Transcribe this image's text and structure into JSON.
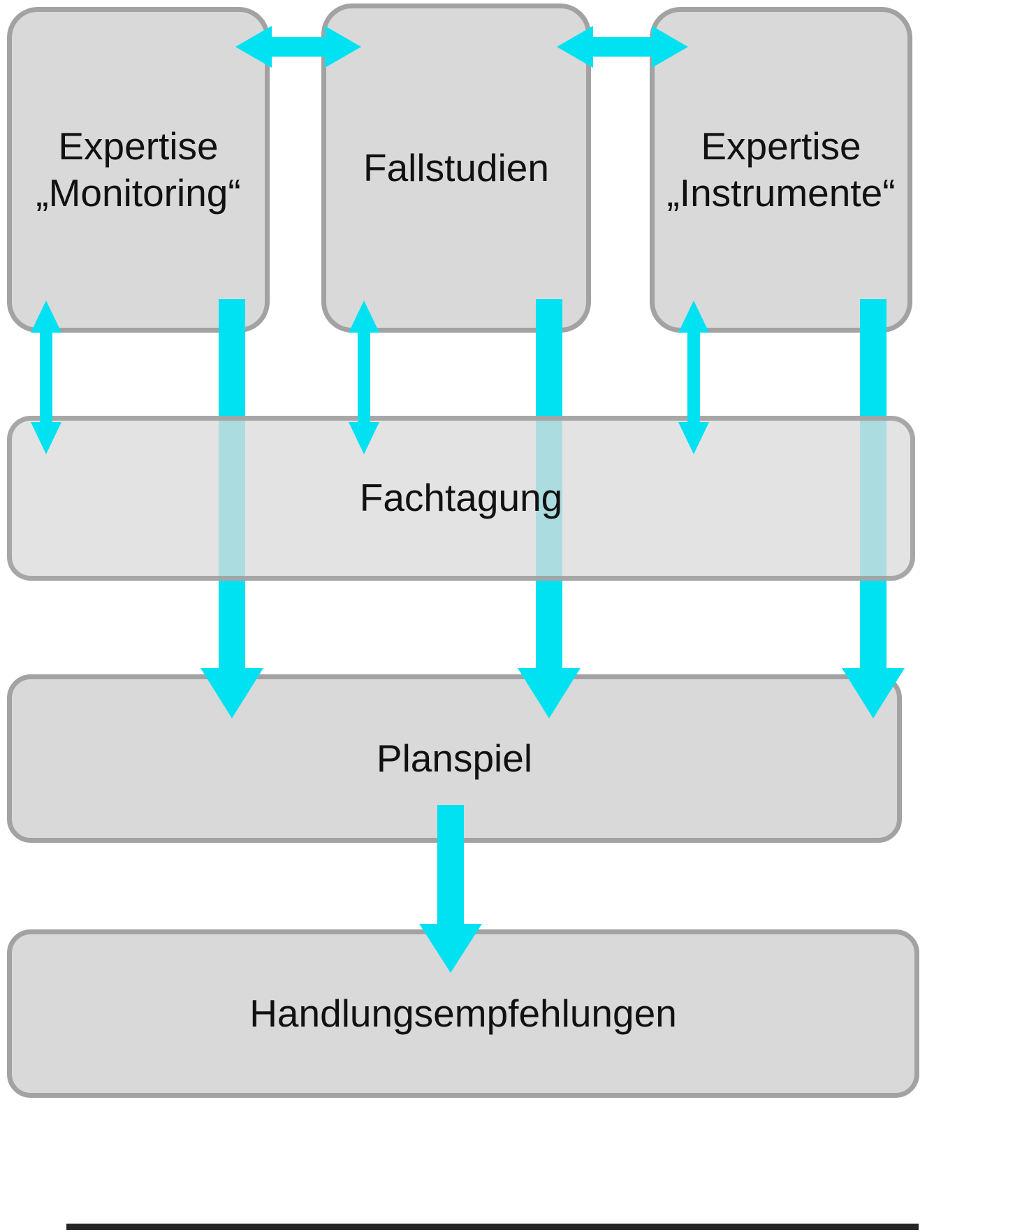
{
  "nodes": {
    "expertise_monitoring": {
      "line1": "Expertise",
      "line2": "„Monitoring“"
    },
    "fallstudien": {
      "label": "Fallstudien"
    },
    "expertise_instrumente": {
      "line1": "Expertise",
      "line2": "„Instrumente“"
    },
    "fachtagung": {
      "label": "Fachtagung"
    },
    "planspiel": {
      "label": "Planspiel"
    },
    "handlungsempfehlungen": {
      "label": "Handlungsempfehlungen"
    }
  },
  "colors": {
    "arrow": "#00e2f2",
    "box_fill": "#d9d9d9",
    "box_border": "#a2a2a2"
  }
}
